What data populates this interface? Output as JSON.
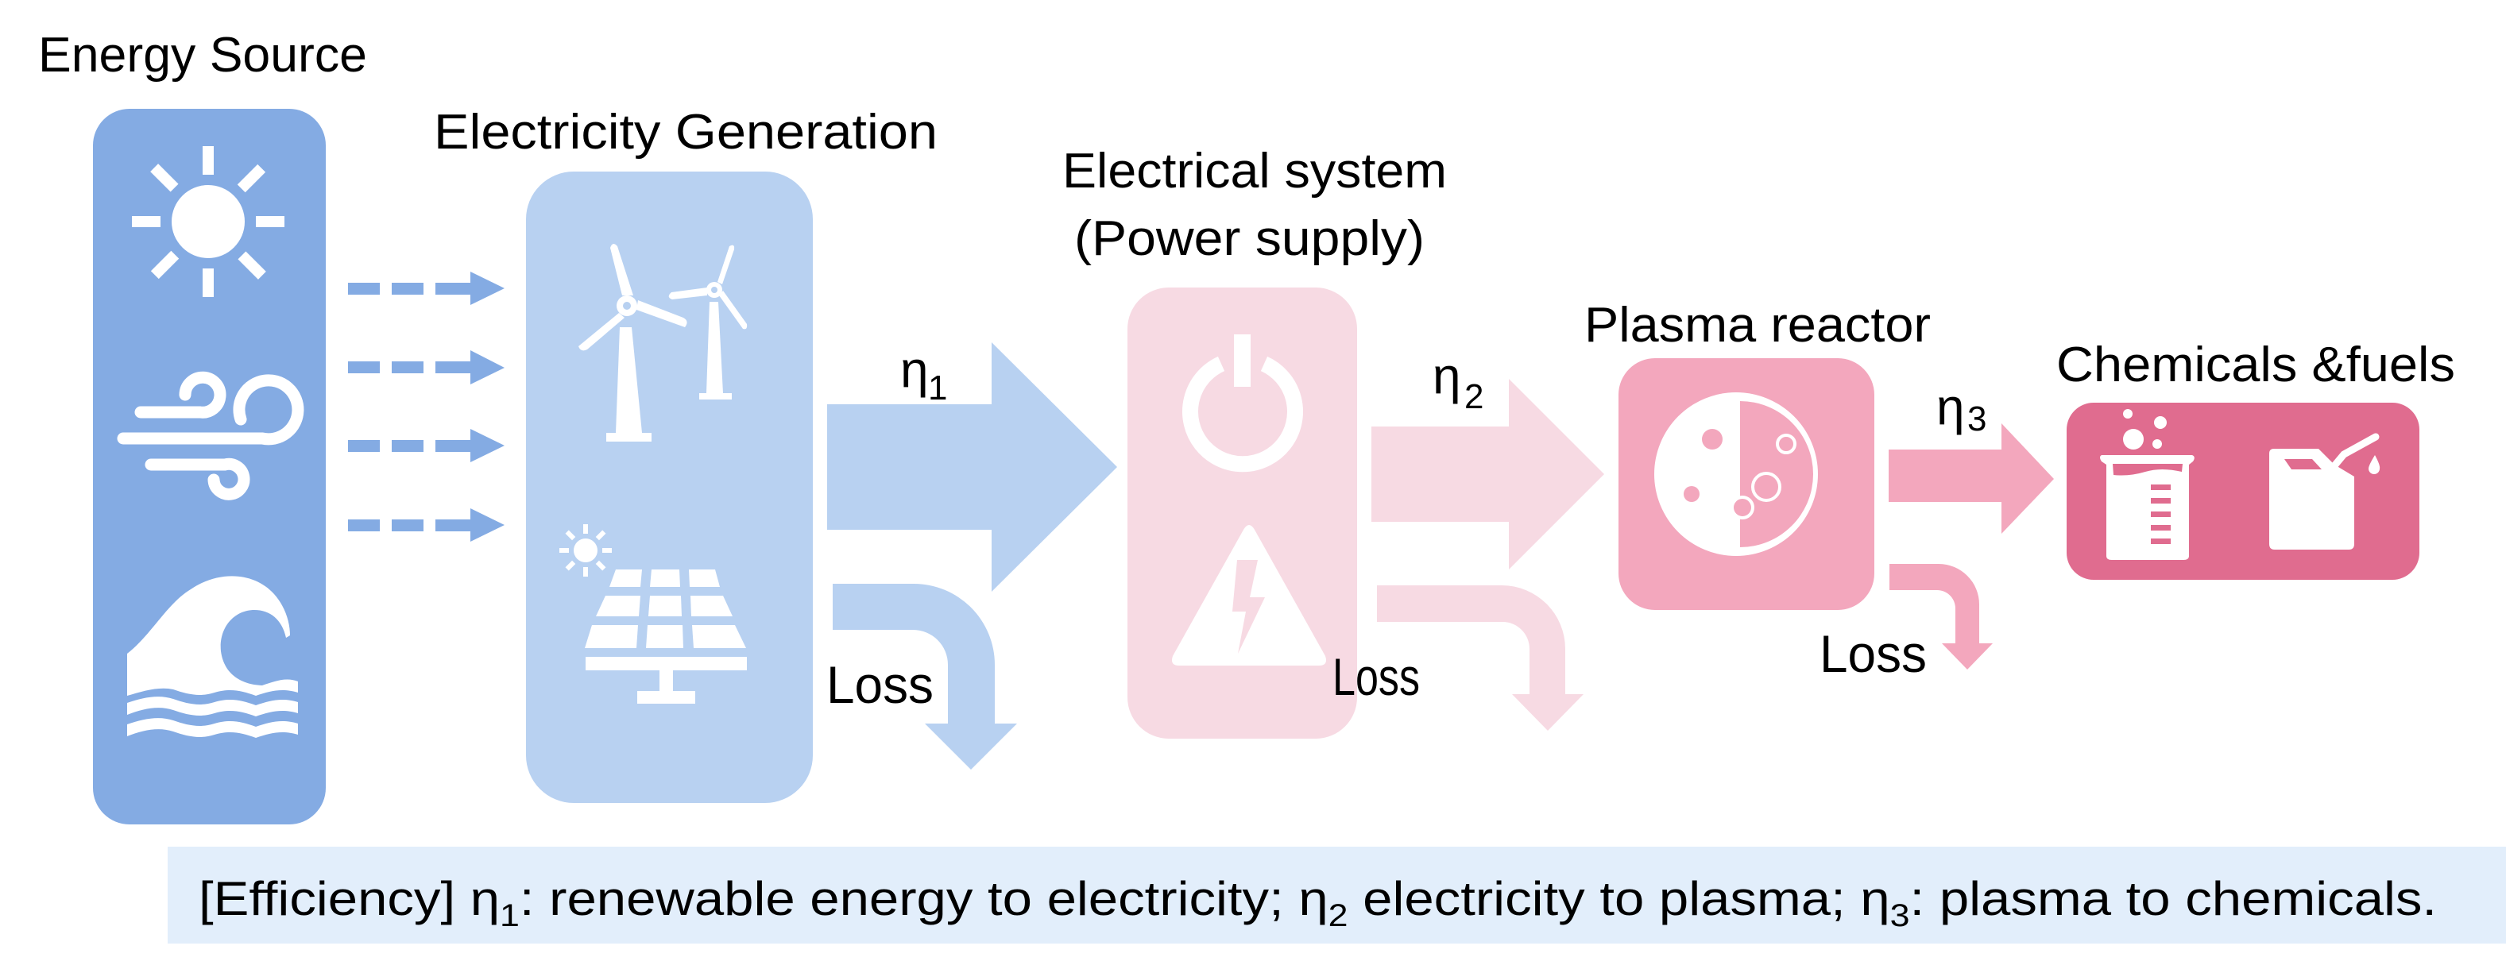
{
  "diagram": {
    "title": "Plasma-based power-to-chemicals energy conversion chain",
    "stages": [
      {
        "id": "energy-source",
        "label": "Energy Source",
        "icons": [
          "sun-icon",
          "wind-icon",
          "wave-icon"
        ]
      },
      {
        "id": "electricity-generation",
        "label": "Electricity Generation",
        "icons": [
          "wind-turbines-icon",
          "solar-panel-icon"
        ]
      },
      {
        "id": "electrical-system",
        "label_line1": "Electrical system",
        "label_line2": "(Power supply)",
        "icons": [
          "power-button-icon",
          "high-voltage-icon"
        ]
      },
      {
        "id": "plasma-reactor",
        "label": "Plasma reactor",
        "icons": [
          "plasma-sphere-icon"
        ]
      },
      {
        "id": "chemicals-fuels",
        "label": "Chemicals &fuels",
        "icons": [
          "beaker-icon",
          "fuel-can-icon"
        ]
      }
    ],
    "efficiencies": [
      {
        "symbol": "η",
        "subscript": "1"
      },
      {
        "symbol": "η",
        "subscript": "2"
      },
      {
        "symbol": "η",
        "subscript": "3"
      }
    ],
    "loss_label": "Loss",
    "caption": {
      "part1": "[Efficiency] η",
      "sub1": "1",
      "part2": ": renewable energy to electricity; η",
      "sub2": "2",
      "part3": " electricity to plasma; η",
      "sub3": "3",
      "part4": ": plasma to chemicals."
    }
  },
  "colors": {
    "energy_source": "#84ABE3",
    "generation": "#B8D1F1",
    "electrical_system": "#F7DAE3",
    "plasma_reactor": "#F3A7BD",
    "chemicals": "#E06C8F",
    "caption_bg": "#E2EEFB",
    "icon": "#FFFFFF"
  }
}
